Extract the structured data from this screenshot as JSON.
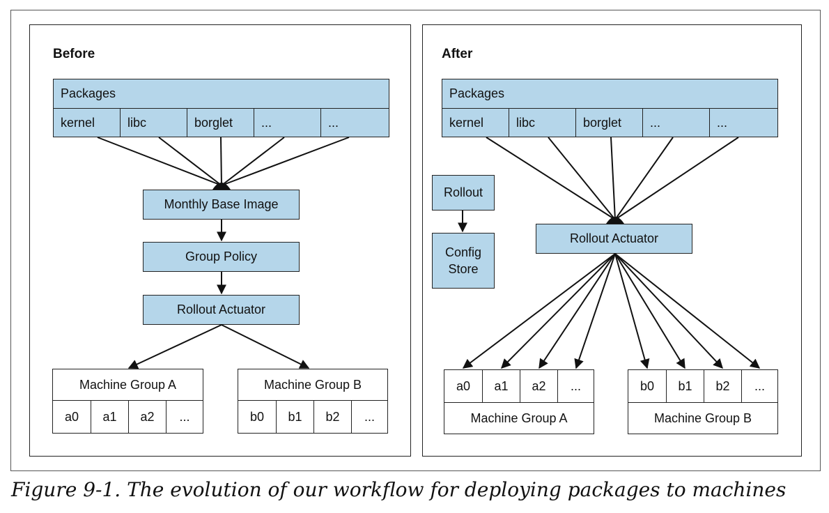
{
  "before": {
    "title": "Before",
    "packages_label": "Packages",
    "packages": [
      "kernel",
      "libc",
      "borglet",
      "...",
      "..."
    ],
    "chain": [
      "Monthly Base Image",
      "Group Policy",
      "Rollout Actuator"
    ],
    "group_a": {
      "label": "Machine Group A",
      "machines": [
        "a0",
        "a1",
        "a2",
        "..."
      ]
    },
    "group_b": {
      "label": "Machine Group B",
      "machines": [
        "b0",
        "b1",
        "b2",
        "..."
      ]
    }
  },
  "after": {
    "title": "After",
    "packages_label": "Packages",
    "packages": [
      "kernel",
      "libc",
      "borglet",
      "...",
      "..."
    ],
    "rollout": "Rollout",
    "config_store": "Config Store",
    "actuator": "Rollout Actuator",
    "group_a": {
      "label": "Machine Group A",
      "machines": [
        "a0",
        "a1",
        "a2",
        "..."
      ]
    },
    "group_b": {
      "label": "Machine Group B",
      "machines": [
        "b0",
        "b1",
        "b2",
        "..."
      ]
    }
  },
  "caption": "Figure 9-1. The evolution of our workflow for deploying packages to machines",
  "colors": {
    "box_fill": "#b5d6ea",
    "line": "#111111"
  }
}
